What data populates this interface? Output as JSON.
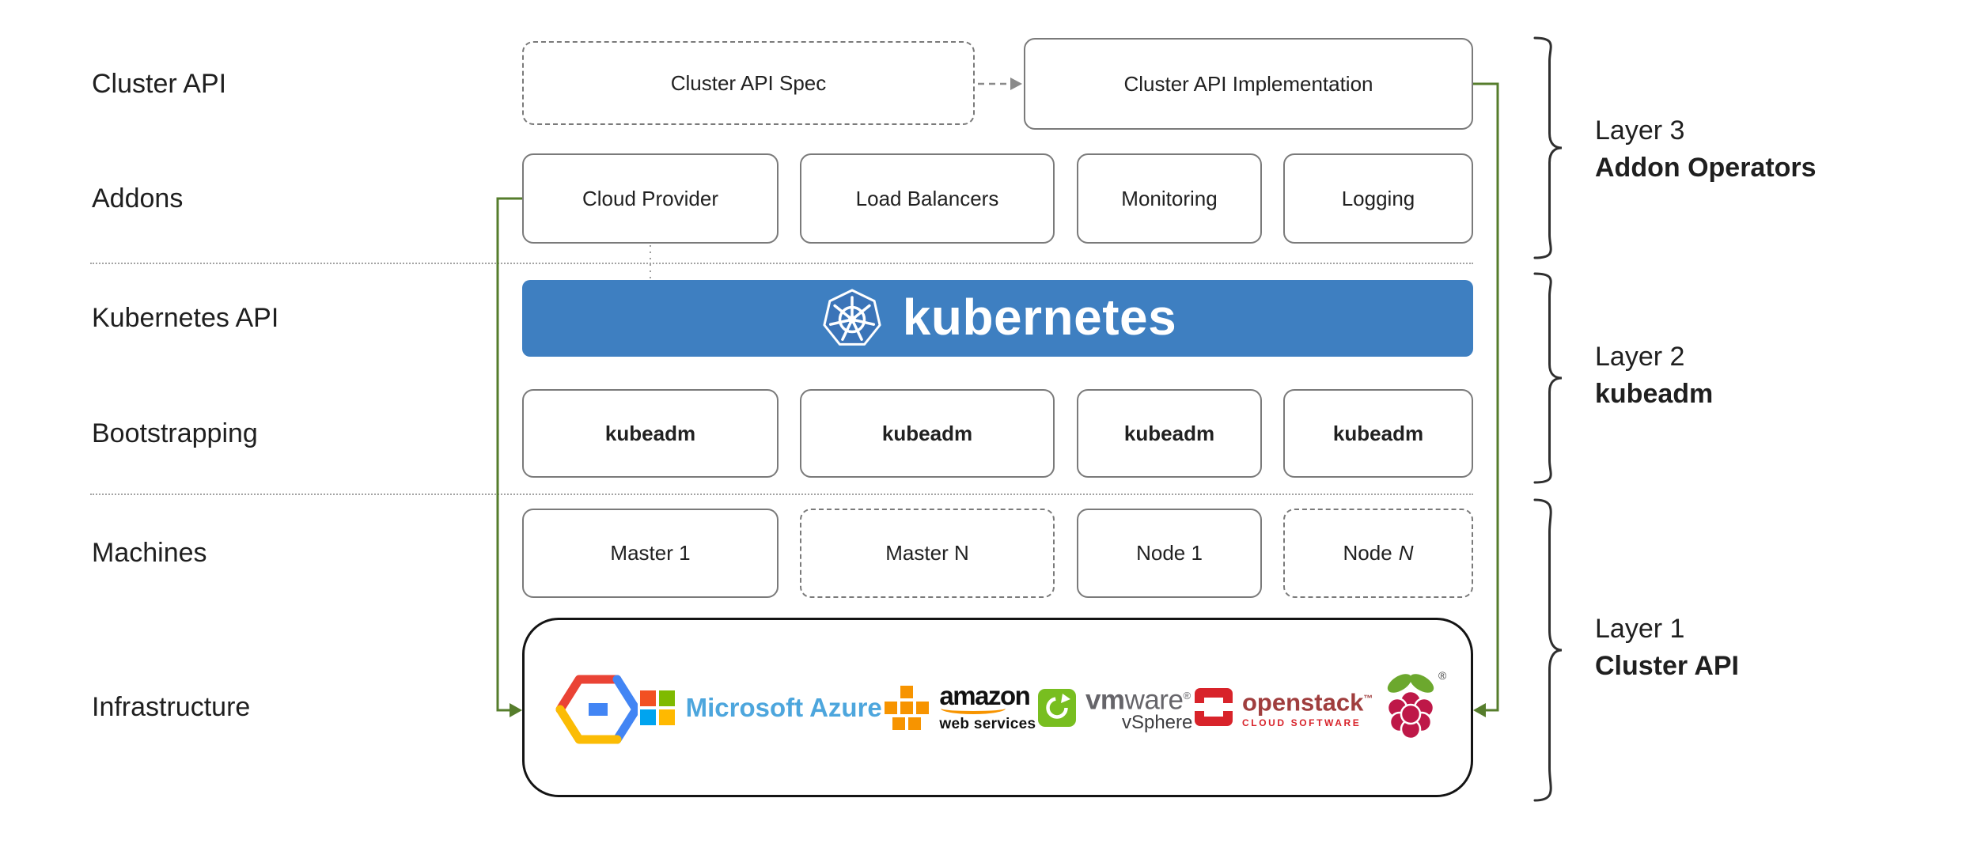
{
  "row_labels": [
    "Cluster API",
    "Addons",
    "Kubernetes API",
    "Bootstrapping",
    "Machines",
    "Infrastructure"
  ],
  "cluster_api_row": {
    "spec": "Cluster API Spec",
    "implementation": "Cluster API Implementation"
  },
  "addons_row": [
    "Cloud Provider",
    "Load Balancers",
    "Monitoring",
    "Logging"
  ],
  "kubernetes_bar": {
    "label": "kubernetes",
    "icon": "kubernetes-wheel-icon"
  },
  "bootstrapping_row": [
    "kubeadm",
    "kubeadm",
    "kubeadm",
    "kubeadm"
  ],
  "machines_row": [
    {
      "label": "Master 1",
      "border": "solid"
    },
    {
      "label": "Master N",
      "border": "dashed"
    },
    {
      "label": "Node 1",
      "border": "solid"
    },
    {
      "label": "Node",
      "italic_suffix": "N",
      "border": "dashed"
    }
  ],
  "infrastructure_row": {
    "google_cloud": {
      "icon": "google-cloud-icon"
    },
    "azure": {
      "icon": "microsoft-flag-icon",
      "label": "Microsoft Azure"
    },
    "aws": {
      "icon": "aws-boxes-icon",
      "label": "amazon",
      "sublabel": "web services"
    },
    "vmware": {
      "icon": "vmware-icon",
      "label_bold": "vm",
      "label": "ware",
      "reg": "®",
      "sublabel": "vSphere"
    },
    "openstack": {
      "icon": "openstack-icon",
      "label": "openstack",
      "tm": "™",
      "sublabel": "CLOUD SOFTWARE"
    },
    "raspberry_pi": {
      "icon": "raspberry-pi-icon",
      "reg": "®"
    }
  },
  "layer_annotations": [
    {
      "line1": "Layer 3",
      "line2": "Addon Operators"
    },
    {
      "line1": "Layer 2",
      "line2": "kubeadm"
    },
    {
      "line1": "Layer 1",
      "line2": "Cluster API"
    }
  ],
  "colors": {
    "kubernetes_blue": "#3e7fc1",
    "connector_green": "#567d2c",
    "box_border_gray": "#7a7a7a"
  }
}
